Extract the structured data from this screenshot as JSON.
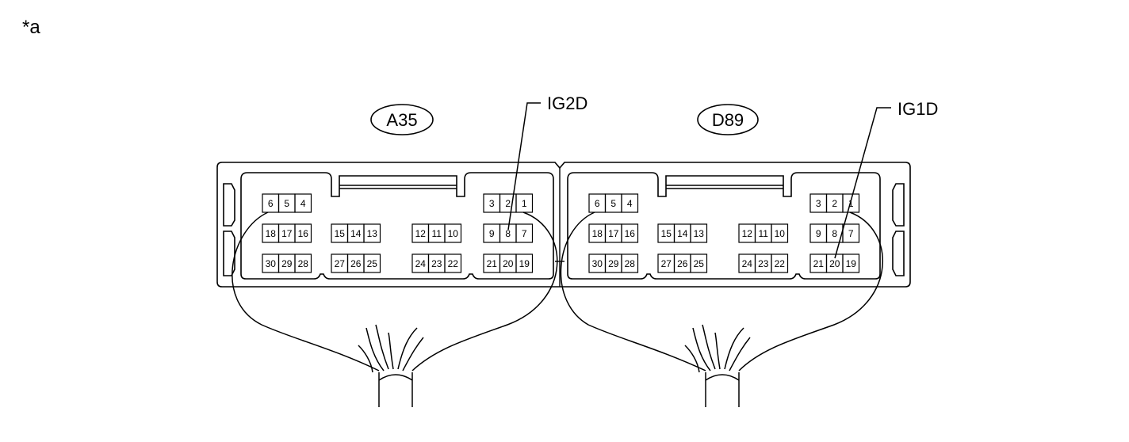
{
  "figure_tag": "*a",
  "connectors": [
    {
      "id": "A35",
      "label": "A35",
      "callout": "IG2D",
      "callout_pin": "8",
      "pins": {
        "top_left": [
          "6",
          "5",
          "4"
        ],
        "top_right": [
          "3",
          "2",
          "1"
        ],
        "mid": [
          [
            "18",
            "17",
            "16"
          ],
          [
            "15",
            "14",
            "13"
          ],
          [
            "12",
            "11",
            "10"
          ],
          [
            "9",
            "8",
            "7"
          ]
        ],
        "bottom": [
          [
            "30",
            "29",
            "28"
          ],
          [
            "27",
            "26",
            "25"
          ],
          [
            "24",
            "23",
            "22"
          ],
          [
            "21",
            "20",
            "19"
          ]
        ]
      }
    },
    {
      "id": "D89",
      "label": "D89",
      "callout": "IG1D",
      "callout_pin": "20",
      "pins": {
        "top_left": [
          "6",
          "5",
          "4"
        ],
        "top_right": [
          "3",
          "2",
          "1"
        ],
        "mid": [
          [
            "18",
            "17",
            "16"
          ],
          [
            "15",
            "14",
            "13"
          ],
          [
            "12",
            "11",
            "10"
          ],
          [
            "9",
            "8",
            "7"
          ]
        ],
        "bottom": [
          [
            "30",
            "29",
            "28"
          ],
          [
            "27",
            "26",
            "25"
          ],
          [
            "24",
            "23",
            "22"
          ],
          [
            "21",
            "20",
            "19"
          ]
        ]
      }
    }
  ]
}
